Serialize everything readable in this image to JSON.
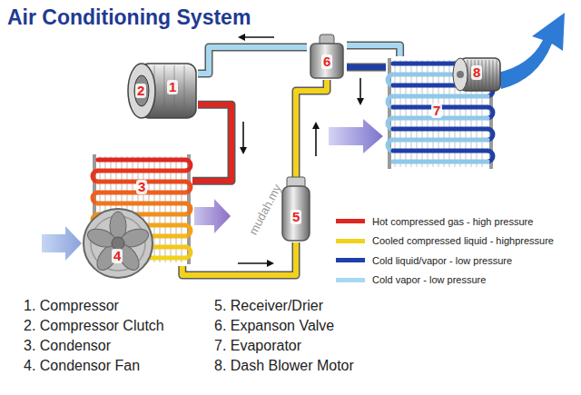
{
  "diagram": {
    "title": "Air Conditioning System",
    "nodes": [
      {
        "text": [
          "1",
          "2"
        ]
      },
      {
        "text": [
          "3"
        ]
      },
      {
        "text": [
          "4"
        ]
      },
      {
        "text": [
          "5"
        ]
      },
      {
        "text": [
          "6"
        ]
      },
      {
        "text": [
          "7"
        ]
      },
      {
        "text": [
          "8"
        ]
      }
    ],
    "edges": [
      {
        "from": 0,
        "to": 1,
        "arrow": "none"
      },
      {
        "from": 1,
        "to": 3,
        "arrow": "none"
      },
      {
        "from": 3,
        "to": 4,
        "arrow": "none"
      },
      {
        "from": 4,
        "to": 5,
        "arrow": "none"
      },
      {
        "from": 5,
        "to": 4,
        "arrow": "none"
      },
      {
        "from": 4,
        "to": 0,
        "arrow": "none"
      }
    ],
    "labels": [
      "1. Compressor",
      "2. Compressor Clutch",
      "3. Condensor",
      "4. Condensor Fan",
      "5. Receiver/Drier",
      "6. Expanson Valve",
      "7. Evaporator",
      "8. Dash Blower Motor",
      "mudah.my"
    ],
    "legend": [
      {
        "text": "Hot compressed gas - high pressure",
        "color": "#e0261f"
      },
      {
        "text": "Cooled compressed liquid - highpressure",
        "color": "#f2d21b"
      },
      {
        "text": "Cold liquid/vapor - low pressure",
        "color": "#1f3fa8"
      },
      {
        "text": "Cold vapor - low pressure",
        "color": "#a8d8f0"
      }
    ]
  }
}
